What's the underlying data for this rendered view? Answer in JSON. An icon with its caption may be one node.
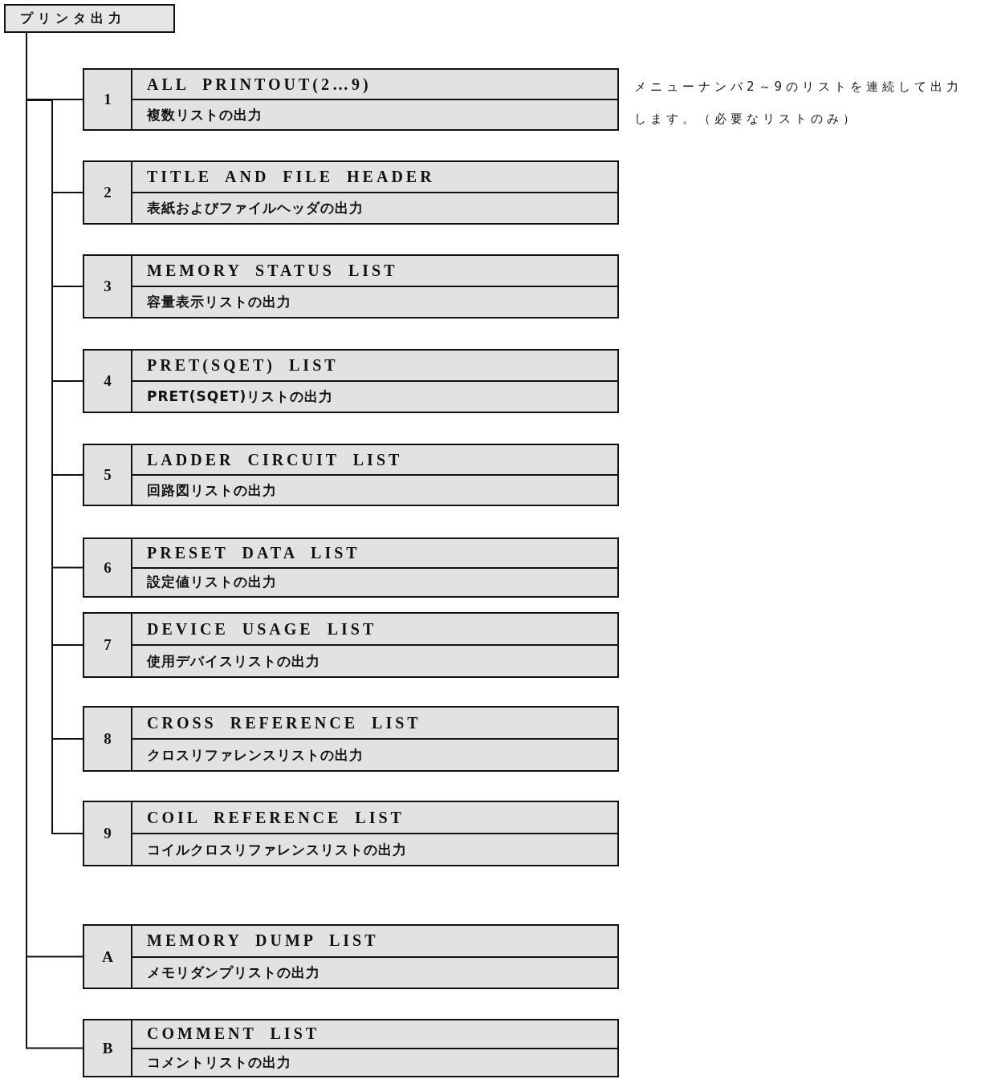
{
  "diagram": {
    "nodes": [
      {
        "text": [
          "プリンタ出力"
        ]
      },
      {
        "text": [
          "1",
          "ALL PRINTOUT(2…9)",
          "複数リストの出力"
        ],
        "beside": [
          "メニューナンバ2～9のリストを連続して出力します。（必要なリストのみ）"
        ]
      },
      {
        "text": [
          "2",
          "TITLE AND FILE HEADER",
          "表紙およびファイルヘッダの出力"
        ]
      },
      {
        "text": [
          "3",
          "MEMORY STATUS LIST",
          "容量表示リストの出力"
        ]
      },
      {
        "text": [
          "4",
          "PRET(SQET) LIST",
          "PRET(SQET)リストの出力"
        ]
      },
      {
        "text": [
          "5",
          "LADDER CIRCUIT LIST",
          "回路図リストの出力"
        ]
      },
      {
        "text": [
          "6",
          "PRESET DATA LIST",
          "設定値リストの出力"
        ]
      },
      {
        "text": [
          "7",
          "DEVICE USAGE LIST",
          "使用デバイスリストの出力"
        ]
      },
      {
        "text": [
          "8",
          "CROSS REFERENCE LIST",
          "クロスリファレンスリストの出力"
        ]
      },
      {
        "text": [
          "9",
          "COIL REFERENCE LIST",
          "コイルクロスリファレンスリストの出力"
        ]
      },
      {
        "text": [
          "A",
          "MEMORY DUMP LIST",
          "メモリダンプリストの出力"
        ]
      },
      {
        "text": [
          "B",
          "COMMENT LIST",
          "コメントリストの出力"
        ]
      }
    ],
    "edges": [
      {
        "from": 0,
        "to": 1,
        "arrow": "none"
      },
      {
        "from": 0,
        "to": 2,
        "arrow": "none"
      },
      {
        "from": 0,
        "to": 3,
        "arrow": "none"
      },
      {
        "from": 0,
        "to": 4,
        "arrow": "none"
      },
      {
        "from": 0,
        "to": 5,
        "arrow": "none"
      },
      {
        "from": 0,
        "to": 6,
        "arrow": "none"
      },
      {
        "from": 0,
        "to": 7,
        "arrow": "none"
      },
      {
        "from": 0,
        "to": 8,
        "arrow": "none"
      },
      {
        "from": 0,
        "to": 9,
        "arrow": "none"
      },
      {
        "from": 0,
        "to": 10,
        "arrow": "none"
      },
      {
        "from": 0,
        "to": 11,
        "arrow": "none"
      }
    ]
  }
}
